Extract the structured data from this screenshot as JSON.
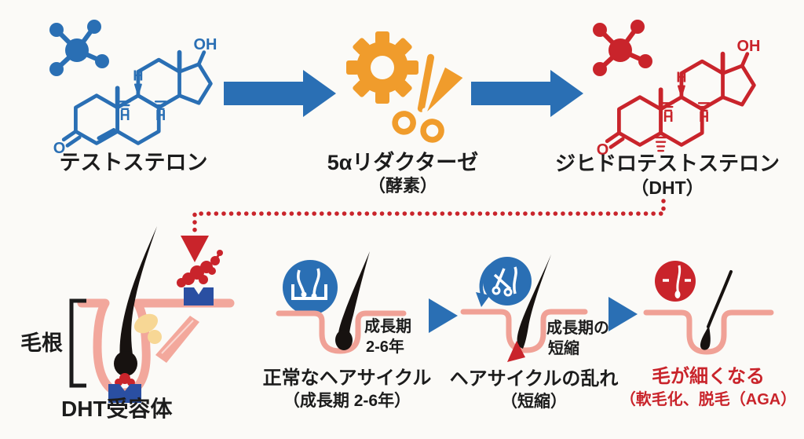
{
  "palette": {
    "blue": "#2a6fb4",
    "red": "#c9242b",
    "orange": "#f09c2c",
    "skin_pink": "#f0a196",
    "receptor_blue": "#2a4fa2",
    "gland_yellow": "#f7d795",
    "hair_black": "#171210",
    "text_dark": "#1c1c1c",
    "background": "#fbfaf7"
  },
  "top": {
    "testosterone": {
      "name": "テストステロン",
      "atoms": {
        "oh": "OH",
        "o": "O",
        "h": "H"
      }
    },
    "enzyme": {
      "name": "5αリダクターゼ",
      "sub": "（酵素）"
    },
    "dht": {
      "name": "ジヒドロテストステロン",
      "sub": "（DHT）",
      "atoms": {
        "oh": "OH",
        "o": "O",
        "h": "H"
      }
    }
  },
  "bottom": {
    "follicle": {
      "bracket_label": "毛根",
      "receptor_label": "DHT受容体"
    },
    "stage_normal": {
      "annotation_line1": "成長期",
      "annotation_line2": "2-6年",
      "caption_line1": "正常なヘアサイクル",
      "caption_line2": "（成長期 2-6年）"
    },
    "stage_disrupted": {
      "annotation_line1": "成長期の",
      "annotation_line2": "短縮",
      "caption_line1": "ヘアサイクルの乱れ",
      "caption_line2": "（短縮）"
    },
    "stage_thinning": {
      "caption_line1": "毛が細くなる",
      "caption_line2": "（軟毛化、脱毛（AGA）"
    }
  }
}
